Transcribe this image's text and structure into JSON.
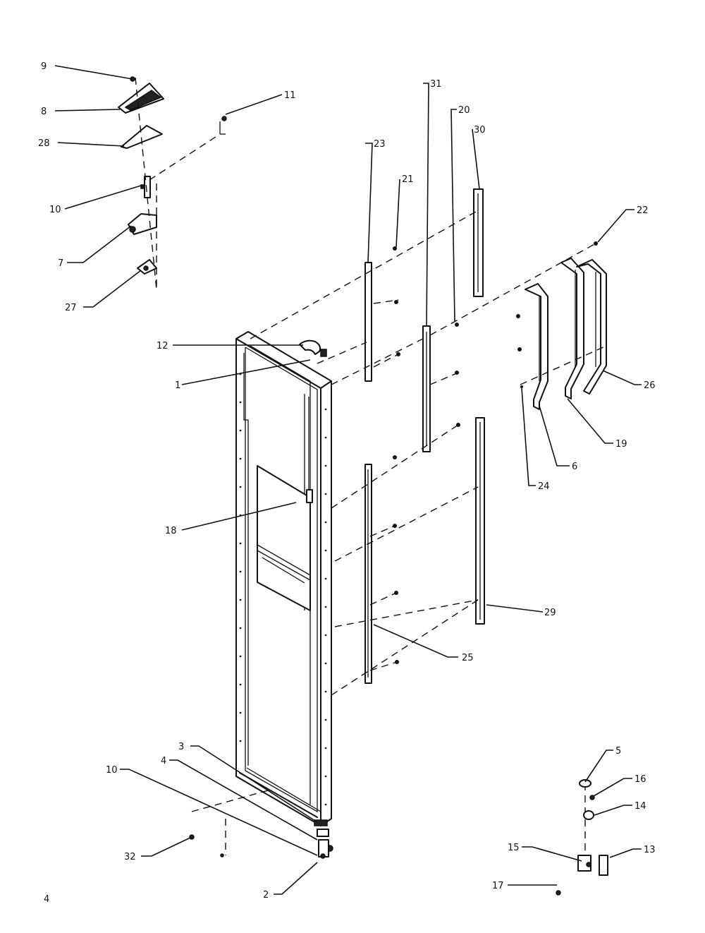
{
  "diagram": {
    "page_number": "4",
    "callouts": [
      {
        "id": "c9",
        "label": "9"
      },
      {
        "id": "c8",
        "label": "8"
      },
      {
        "id": "c11",
        "label": "11"
      },
      {
        "id": "c28",
        "label": "28"
      },
      {
        "id": "c10a",
        "label": "10"
      },
      {
        "id": "c7",
        "label": "7"
      },
      {
        "id": "c27",
        "label": "27"
      },
      {
        "id": "c12",
        "label": "12"
      },
      {
        "id": "c1",
        "label": "1"
      },
      {
        "id": "c18",
        "label": "18"
      },
      {
        "id": "c31",
        "label": "31"
      },
      {
        "id": "c20",
        "label": "20"
      },
      {
        "id": "c30",
        "label": "30"
      },
      {
        "id": "c23",
        "label": "23"
      },
      {
        "id": "c21",
        "label": "21"
      },
      {
        "id": "c22",
        "label": "22"
      },
      {
        "id": "c26",
        "label": "26"
      },
      {
        "id": "c19",
        "label": "19"
      },
      {
        "id": "c6",
        "label": "6"
      },
      {
        "id": "c24",
        "label": "24"
      },
      {
        "id": "c29",
        "label": "29"
      },
      {
        "id": "c25",
        "label": "25"
      },
      {
        "id": "c3",
        "label": "3"
      },
      {
        "id": "c4",
        "label": "4"
      },
      {
        "id": "c10b",
        "label": "10"
      },
      {
        "id": "c32",
        "label": "32"
      },
      {
        "id": "c2",
        "label": "2"
      },
      {
        "id": "c5",
        "label": "5"
      },
      {
        "id": "c16",
        "label": "16"
      },
      {
        "id": "c14",
        "label": "14"
      },
      {
        "id": "c15",
        "label": "15"
      },
      {
        "id": "c13",
        "label": "13"
      },
      {
        "id": "c17",
        "label": "17"
      }
    ]
  }
}
